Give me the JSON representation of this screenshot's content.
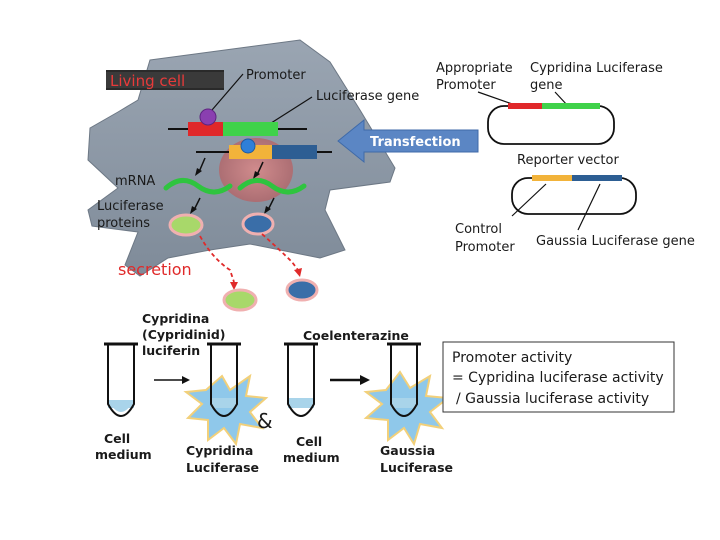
{
  "labels": {
    "living_cell": "Living cell",
    "promoter": "Promoter",
    "luciferase_gene": "Luciferase gene",
    "mrna": "mRNA",
    "luciferase_proteins_1": "Luciferase",
    "luciferase_proteins_2": "proteins",
    "secretion": "secretion",
    "transfection": "Transfection",
    "appropriate_promoter_1": "Appropriate",
    "appropriate_promoter_2": "Promoter",
    "cypridina_gene_1": "Cypridina Luciferase",
    "cypridina_gene_2": "gene",
    "reporter_vector": "Reporter vector",
    "control_promoter_1": "Control",
    "control_promoter_2": "Promoter",
    "gaussia_gene": "Gaussia Luciferase gene",
    "luciferin_1": "Cypridina",
    "luciferin_2": "(Cypridinid)",
    "luciferin_3": "luciferin",
    "coelenterazine": "Coelenterazine",
    "ampersand": "&",
    "cell_medium_1a": "Cell",
    "cell_medium_1b": "medium",
    "cypridina_lucif_1": "Cypridina",
    "cypridina_lucif_2": "Luciferase",
    "cell_medium_2a": "Cell",
    "cell_medium_2b": "medium",
    "gaussia_lucif_1": "Gaussia",
    "gaussia_lucif_2": "Luciferase"
  },
  "formula_box": {
    "line1": "Promoter activity",
    "line2": "= Cypridina luciferase activity",
    "line3": "/ Gaussia luciferase activity"
  },
  "colors": {
    "cell_fill": "#8e9aa8",
    "nucleus": "#c97878",
    "promoter_red": "#e0282a",
    "gene_green": "#3fd24a",
    "control_yellow": "#f2b33a",
    "gaussia_blue": "#2d5e93",
    "green_protein": "#a8d86a",
    "blue_protein": "#3a6ea8",
    "secretion_red": "#e02a2a",
    "arrow_blue": "#5b86c4",
    "medium_blue": "#a9d4ea",
    "glow_blue": "#8fc8ea"
  }
}
